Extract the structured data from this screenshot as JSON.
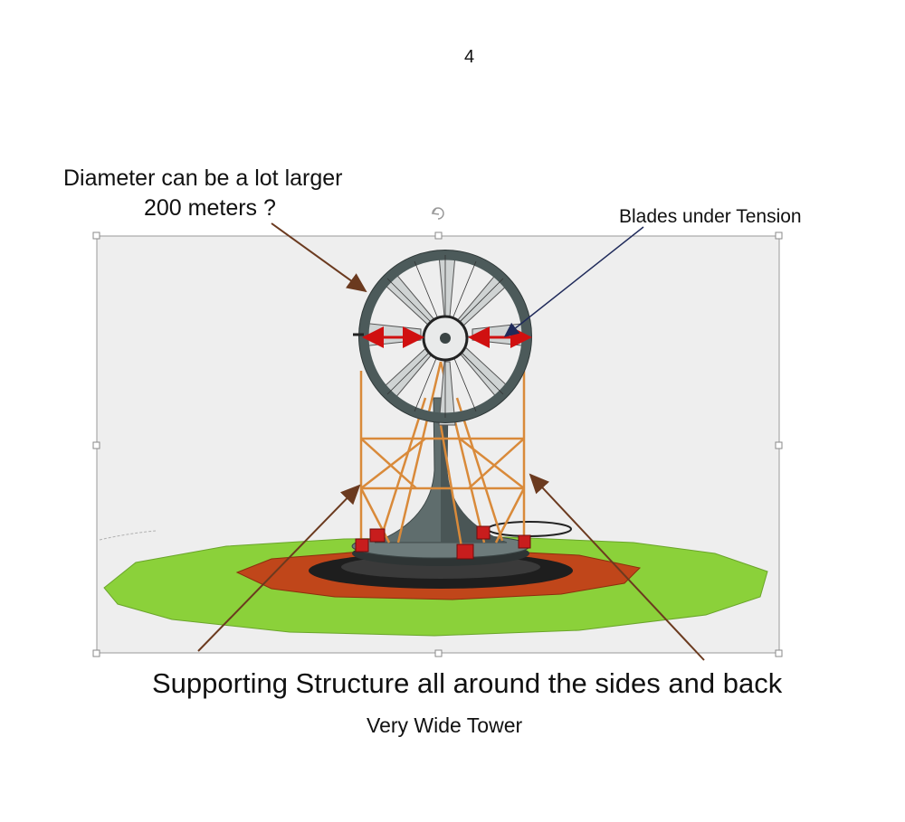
{
  "page": {
    "number": "4"
  },
  "annotations": {
    "diameter_line1": "Diameter can be a lot larger",
    "diameter_line2": "200 meters ?",
    "blades": "Blades under Tension",
    "support": "Supporting Structure all around the sides and back",
    "tower": "Very Wide Tower"
  },
  "colors": {
    "ground_green": "#8bd13a",
    "ground_red": "#c0461a",
    "ring_dark": "#1e1e1e",
    "tower_gray": "#5f6d6d",
    "truss_orange": "#d98a3a",
    "tension_red": "#d01010",
    "arrow_brown": "#6b3a1f",
    "arrow_navy": "#1f2a5a",
    "panel_bg": "#eeeeee"
  }
}
